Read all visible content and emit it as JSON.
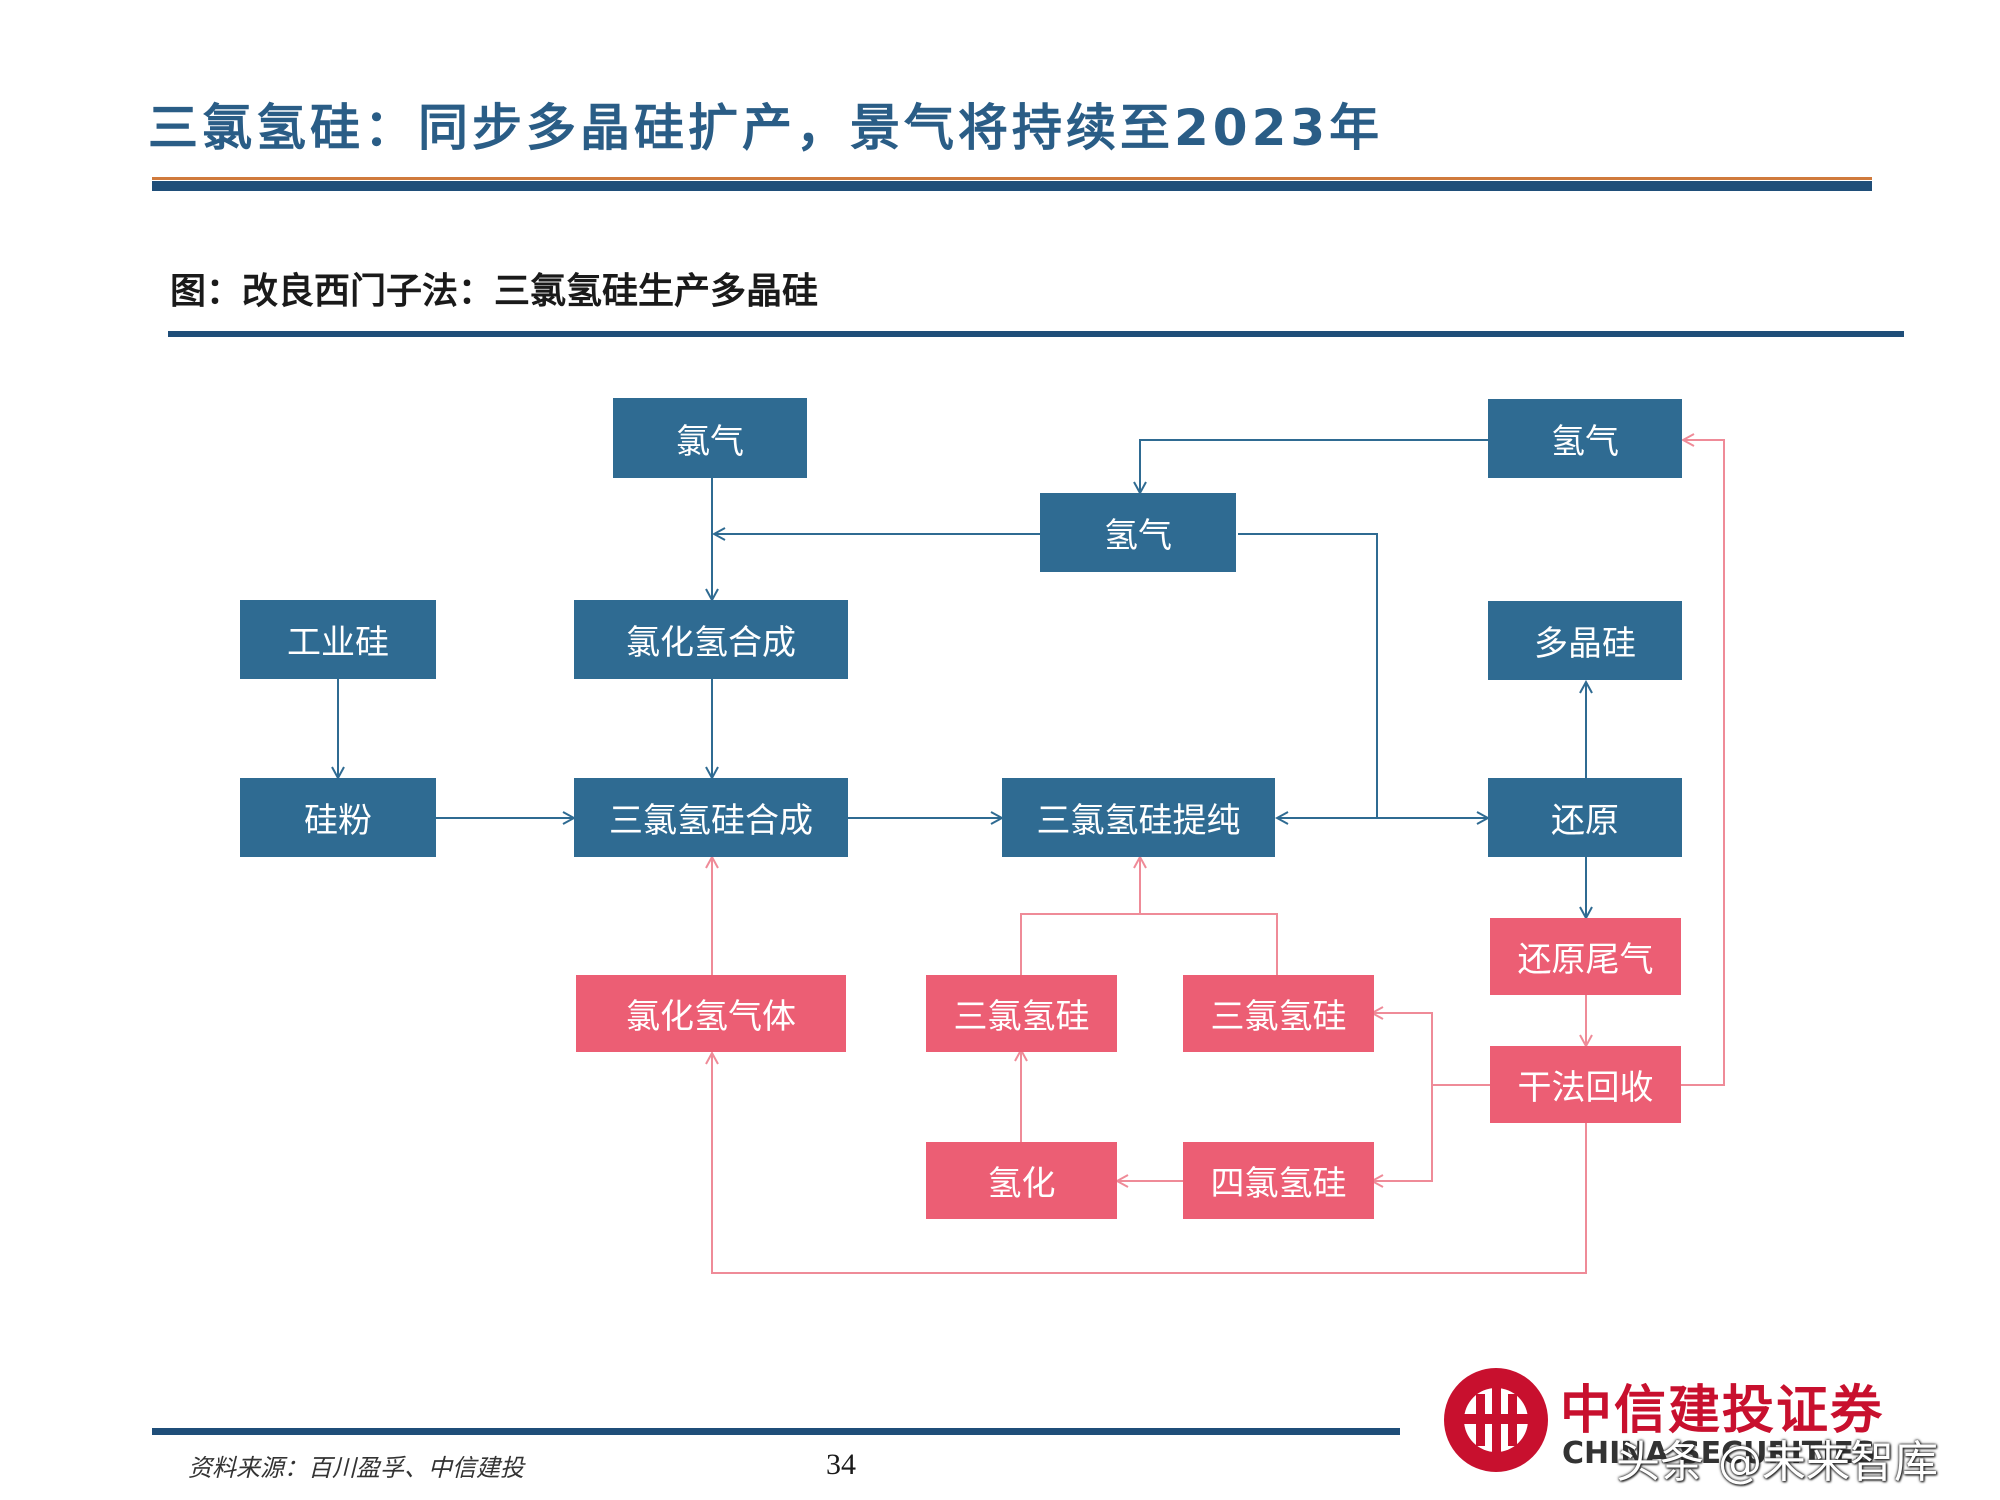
{
  "title": "三氯氢硅：同步多晶硅扩产，景气将持续至2023年",
  "figure_title": "图：改良西门子法：三氯氢硅生产多晶硅",
  "source": "资料来源：百川盈孚、中信建投",
  "page_number": "34",
  "colors": {
    "box_blue": "#2f6b92",
    "box_pink": "#ec5e74",
    "arrow_blue": "#2f6b92",
    "arrow_pink": "#ef8b98",
    "title_blue": "#2a5d86"
  },
  "nodes": {
    "chlorine": "氯气",
    "hydrogen_top": "氢气",
    "hydrogen_mid": "氢气",
    "industrial_silicon": "工业硅",
    "hcl_synthesis": "氯化氢合成",
    "polysilicon": "多晶硅",
    "silicon_powder": "硅粉",
    "tcs_synthesis": "三氯氢硅合成",
    "tcs_purification": "三氯氢硅提纯",
    "reduction": "还原",
    "reduction_tail_gas": "还原尾气",
    "hcl_gas": "氯化氢气体",
    "tcs_left": "三氯氢硅",
    "tcs_right": "三氯氢硅",
    "dry_recovery": "干法回收",
    "hydrogenation": "氢化",
    "stc": "四氯氢硅"
  },
  "logo": {
    "company": "中信建投证券",
    "english_partial": "CHINA SECURITIES"
  },
  "watermark": "头条 @未来智库"
}
